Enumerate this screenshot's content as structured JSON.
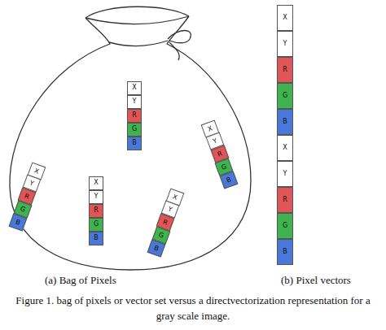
{
  "diagram": {
    "caption": "Figure 1. bag of pixels or vector set versus a directvectorization representation for a gray scale image.",
    "nodes": [
      {
        "text": [
          "X"
        ]
      },
      {
        "text": [
          "Y"
        ]
      },
      {
        "text": [
          "R"
        ]
      },
      {
        "text": [
          "G"
        ]
      },
      {
        "text": [
          "B"
        ]
      },
      {
        "text": [
          "X"
        ]
      },
      {
        "text": [
          "Y"
        ]
      },
      {
        "text": [
          "R"
        ]
      },
      {
        "text": [
          "G"
        ]
      },
      {
        "text": [
          "B"
        ]
      },
      {
        "text": [
          "X"
        ]
      },
      {
        "text": [
          "Y"
        ]
      },
      {
        "text": [
          "R"
        ]
      },
      {
        "text": [
          "G"
        ]
      },
      {
        "text": [
          "B"
        ]
      },
      {
        "text": [
          "X"
        ]
      },
      {
        "text": [
          "Y"
        ]
      },
      {
        "text": [
          "R"
        ]
      },
      {
        "text": [
          "G"
        ]
      },
      {
        "text": [
          "B"
        ]
      },
      {
        "text": [
          "X"
        ]
      },
      {
        "text": [
          "Y"
        ]
      },
      {
        "text": [
          "R"
        ]
      },
      {
        "text": [
          "G"
        ]
      },
      {
        "text": [
          "B"
        ]
      },
      {
        "text": [
          "X"
        ]
      },
      {
        "text": [
          "Y"
        ]
      },
      {
        "text": [
          "R"
        ]
      },
      {
        "text": [
          "G"
        ]
      },
      {
        "text": [
          "B"
        ]
      },
      {
        "text": [
          "X"
        ]
      },
      {
        "text": [
          "Y"
        ]
      },
      {
        "text": [
          "R"
        ]
      },
      {
        "text": [
          "G"
        ]
      },
      {
        "text": [
          "B"
        ]
      }
    ],
    "labels": [
      "(a) Bag of Pixels",
      "(b) Pixel vectors"
    ]
  }
}
